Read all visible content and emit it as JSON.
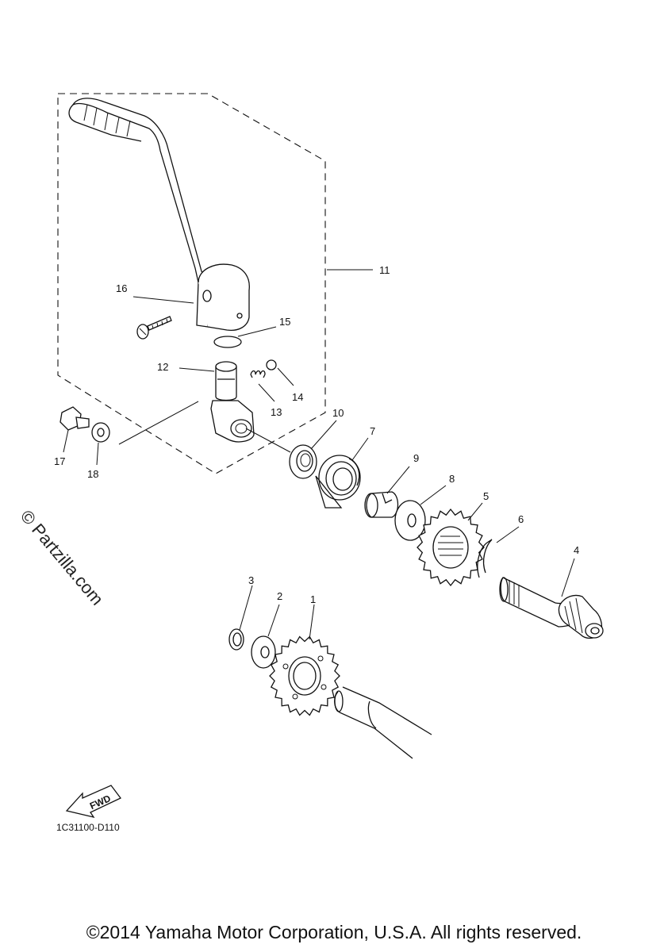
{
  "callouts": {
    "p1": "1",
    "p2": "2",
    "p3": "3",
    "p4": "4",
    "p5": "5",
    "p6": "6",
    "p7": "7",
    "p8": "8",
    "p9": "9",
    "p10": "10",
    "p11": "11",
    "p12": "12",
    "p13": "13",
    "p14": "14",
    "p15": "15",
    "p16": "16",
    "p17": "17",
    "p18": "18"
  },
  "direction_arrow": "FWD",
  "diagram_code": "1C31100-D110",
  "watermark": "© Partzilla.com",
  "copyright": "©2014 Yamaha Motor Corporation, U.S.A. All rights reserved."
}
